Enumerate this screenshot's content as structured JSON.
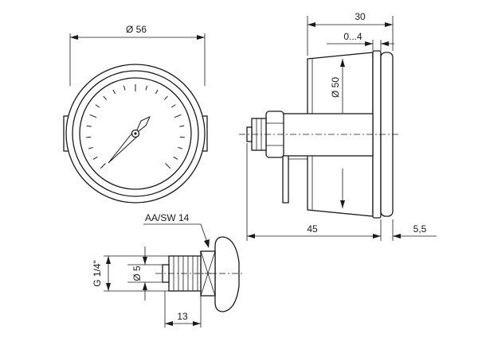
{
  "dimensions": {
    "outer_diameter": "Ø 56",
    "depth_total": "30",
    "mount_gap": "0...4",
    "body_diameter": "Ø 50",
    "overall_length": "45",
    "flange_thickness": "5,5",
    "wrench_size": "AA/SW 14",
    "thread": "G 1/4\"",
    "bore_diameter": "Ø 5",
    "thread_length": "13"
  }
}
